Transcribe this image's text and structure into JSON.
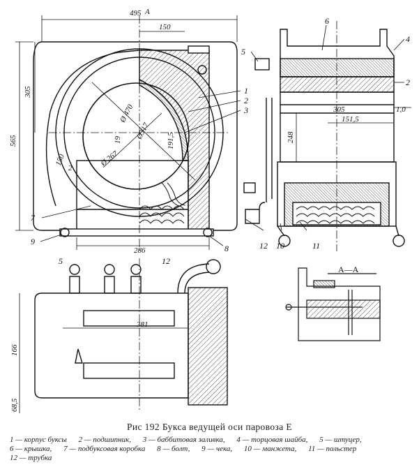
{
  "figure": {
    "caption": "Рис 192 Букса ведущей оси паровоза Е",
    "legend": [
      "1 — корпус буксы",
      "2 — подшипник,",
      "3 — баббитовая заливка,",
      "4 — торцовая шайба,",
      "5 — штуцер,",
      "6 — крышка,",
      "7 — подбуксовая коробка",
      "8 — болт,",
      "9 — чека,",
      "10 — манжета,",
      "11 — польстер",
      "12 — трубка"
    ]
  },
  "dimensions": {
    "d495": "495",
    "d150top": "150",
    "d305": "305",
    "d565": "565",
    "d150side": "150",
    "d2": "2",
    "d470": "Ø 470",
    "d317": "Ø317",
    "d19": "19",
    "d267": "Ø 267",
    "d1915": "191,5",
    "d286": "286",
    "dA": "A",
    "d305r": "305",
    "d10": "1,0",
    "d1515": "151,5",
    "d248": "248",
    "d381": "381",
    "d166": "166",
    "d685": "68,5"
  },
  "labels": {
    "n1": "1",
    "n2": "2",
    "n3": "3",
    "n4": "4",
    "n5": "5",
    "n6": "6",
    "n7": "7",
    "n8": "8",
    "n9": "9",
    "n10": "10",
    "n11": "11",
    "n12": "12",
    "n2b": "2",
    "n5b": "5",
    "n12b": "12"
  },
  "section": {
    "title": "A—A"
  }
}
